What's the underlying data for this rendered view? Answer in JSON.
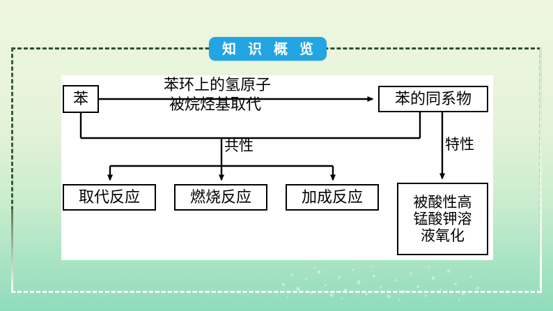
{
  "slide": {
    "title_badge": "知 识 概 览",
    "badge_color": "#22a5e2",
    "badge_text_color": "#ffffff",
    "background_top_color": "#eef6e0",
    "background_bottom_color": "#8fdcbb",
    "panel_color": "#ffffff",
    "frame_style": "dashed"
  },
  "diagram": {
    "type": "flowchart",
    "nodes": [
      {
        "id": "benzene",
        "label": "苯"
      },
      {
        "id": "homolog",
        "label": "苯的同系物"
      },
      {
        "id": "substitution",
        "label": "取代反应"
      },
      {
        "id": "combustion",
        "label": "燃烧反应"
      },
      {
        "id": "addition",
        "label": "加成反应"
      },
      {
        "id": "oxidation_line1",
        "label": "被酸性高"
      },
      {
        "id": "oxidation_line2",
        "label": "锰酸钾溶"
      },
      {
        "id": "oxidation_line3",
        "label": "液氧化"
      }
    ],
    "edge_labels": {
      "transform_top": "苯环上的氢原子",
      "transform_bottom": "被烷烃基取代",
      "common": "共性",
      "unique": "特性"
    }
  }
}
